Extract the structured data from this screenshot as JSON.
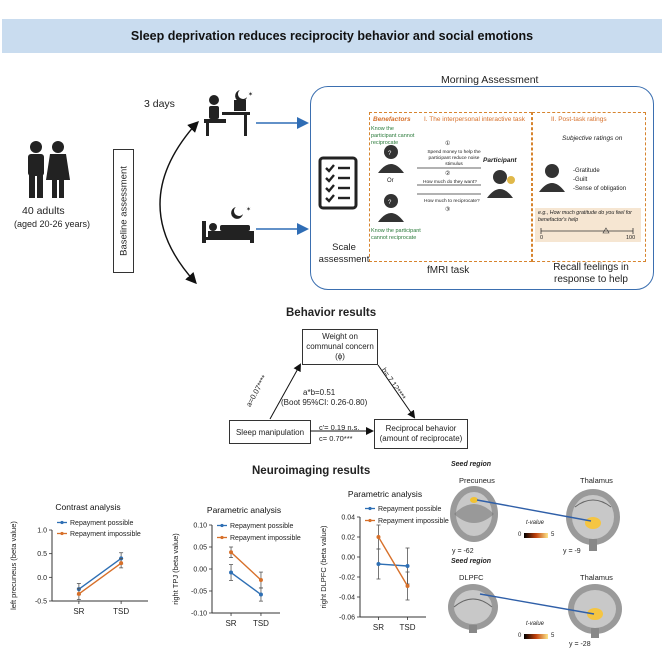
{
  "banner": {
    "title": "Sleep deprivation reduces reciprocity behavior and social emotions"
  },
  "design": {
    "participants": "40 adults",
    "ages": "(aged 20-26 years)",
    "baseline": "Baseline assessment",
    "days": "3 days",
    "morning": "Morning Assessment",
    "scale": "Scale assessment",
    "fmri": "fMRI task",
    "recall": "Recall feelings in response to help",
    "task_i": "I. The interpersonal interactive task",
    "task_ii": "II. Post-task ratings",
    "benefactors": "Benefactors",
    "participant": "Participant",
    "know_can": "Know the participant cannot reciprocate",
    "know_cannot": "Know the participant cannot reciprocate",
    "or": "Or",
    "spend": "Spend money to help the participant reduce noise stimulus",
    "want": "How much do they want?",
    "reciprocate": "How much to reciprocate?",
    "ratings_on": "Subjective ratings on",
    "ratings": [
      "-Gratitude",
      "-Guilt",
      "-Sense of obligation"
    ],
    "example": "e.g., How much gratitude do you feel for benefactor's help",
    "scale_min": "0",
    "scale_max": "100",
    "circle1": "①",
    "circle2": "②",
    "circle3": "③"
  },
  "behavior": {
    "title": "Behavior results",
    "mediator": "Weight on communal concern (ϕ)",
    "x": "Sleep manipulation",
    "y": "Reciprocal behavior (amount of reciprocate)",
    "a": "a=0.07****",
    "b": "b= 7.12****",
    "ab": "a*b=0.51",
    "ci": "(Boot 95%CI: 0.26-0.80)",
    "c_prime": "c'= 0.19 n.s.",
    "c": "c= 0.70***"
  },
  "neuro": {
    "title": "Neuroimaging results",
    "seed1": "Seed region",
    "precuneus": "Precuneus",
    "thalamus1": "Thalamus",
    "seed2": "Seed region",
    "dlpfc": "DLPFC",
    "thalamus2": "Thalamus",
    "y1": "y = -62",
    "y2": "y = -9",
    "y3": "y = -28",
    "tval1": "t-value",
    "tval2": "t-value",
    "t0": "0",
    "t5": "5",
    "t0b": "0",
    "t5b": "5"
  },
  "colors": {
    "possible": "#2e6fb4",
    "impossible": "#d7702a"
  },
  "chart_data": [
    {
      "type": "line",
      "title": "Contrast analysis",
      "xlabel": "",
      "ylabel": "left precuneus (beta value)",
      "categories": [
        "SR",
        "TSD"
      ],
      "ylim": [
        -0.5,
        1.0
      ],
      "yticks": [
        -0.5,
        0.0,
        0.5,
        1.0
      ],
      "ytick_labels": [
        "-0.5",
        "0.0",
        "0.5",
        "1.0"
      ],
      "series": [
        {
          "name": "Repayment possible",
          "values": [
            -0.25,
            0.4
          ],
          "err": [
            0.12,
            0.12
          ]
        },
        {
          "name": "Repayment impossible",
          "values": [
            -0.35,
            0.3
          ],
          "err": [
            0.12,
            0.1
          ]
        }
      ]
    },
    {
      "type": "line",
      "title": "Parametric analysis",
      "xlabel": "",
      "ylabel": "right TPJ (beta value)",
      "categories": [
        "SR",
        "TSD"
      ],
      "ylim": [
        -0.1,
        0.1
      ],
      "yticks": [
        -0.1,
        -0.05,
        0.0,
        0.05,
        0.1
      ],
      "ytick_labels": [
        "-0.10",
        "-0.05",
        "0.00",
        "0.05",
        "0.10"
      ],
      "series": [
        {
          "name": "Repayment possible",
          "values": [
            -0.008,
            -0.058
          ],
          "err": [
            0.018,
            0.015
          ]
        },
        {
          "name": "Repayment impossible",
          "values": [
            0.038,
            -0.025
          ],
          "err": [
            0.012,
            0.018
          ]
        }
      ]
    },
    {
      "type": "line",
      "title": "Parametric analysis",
      "xlabel": "",
      "ylabel": "right DLPFC (beta value)",
      "categories": [
        "SR",
        "TSD"
      ],
      "ylim": [
        -0.06,
        0.04
      ],
      "yticks": [
        -0.06,
        -0.04,
        -0.02,
        0.0,
        0.02,
        0.04
      ],
      "ytick_labels": [
        "-0.06",
        "-0.04",
        "-0.02",
        "0.00",
        "0.02",
        "0.04"
      ],
      "series": [
        {
          "name": "Repayment possible",
          "values": [
            -0.007,
            -0.009
          ],
          "err": [
            0.015,
            0.018
          ]
        },
        {
          "name": "Repayment impossible",
          "values": [
            0.02,
            -0.029
          ],
          "err": [
            0.012,
            0.014
          ]
        }
      ]
    }
  ]
}
